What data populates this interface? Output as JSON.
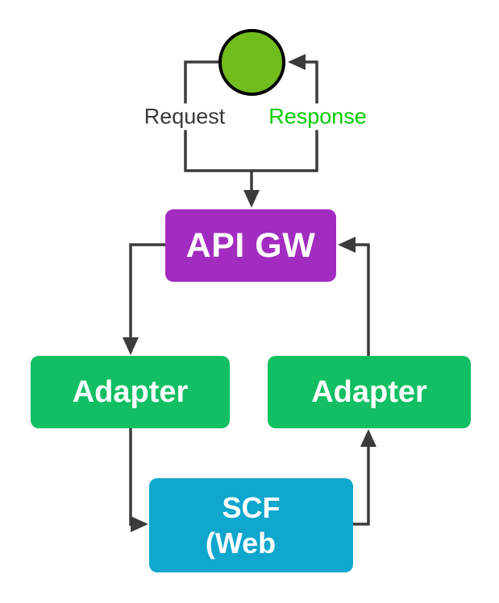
{
  "theme": {
    "background": "#ffffff",
    "line-color": "#3b3b3b",
    "circle-fill": "#72bd1e",
    "circle-stroke": "#000000",
    "api-gw-fill": "#a32cc0",
    "adapter-fill": "#12bf63",
    "scf-fill": "#0fa7cd",
    "node-text-color": "#ffffff",
    "request-color": "#3a3a3a",
    "response-color": "#00cc00",
    "label-bg": "#ffffff"
  },
  "diagram": {
    "edge_labels": {
      "request": "Request",
      "response": "Response"
    },
    "nodes": {
      "api_gw": {
        "label": "API GW"
      },
      "adapter_left": {
        "label": "Adapter"
      },
      "adapter_right": {
        "label": "Adapter"
      },
      "scf": {
        "line1": "SCF",
        "line2": "(Web"
      }
    }
  }
}
